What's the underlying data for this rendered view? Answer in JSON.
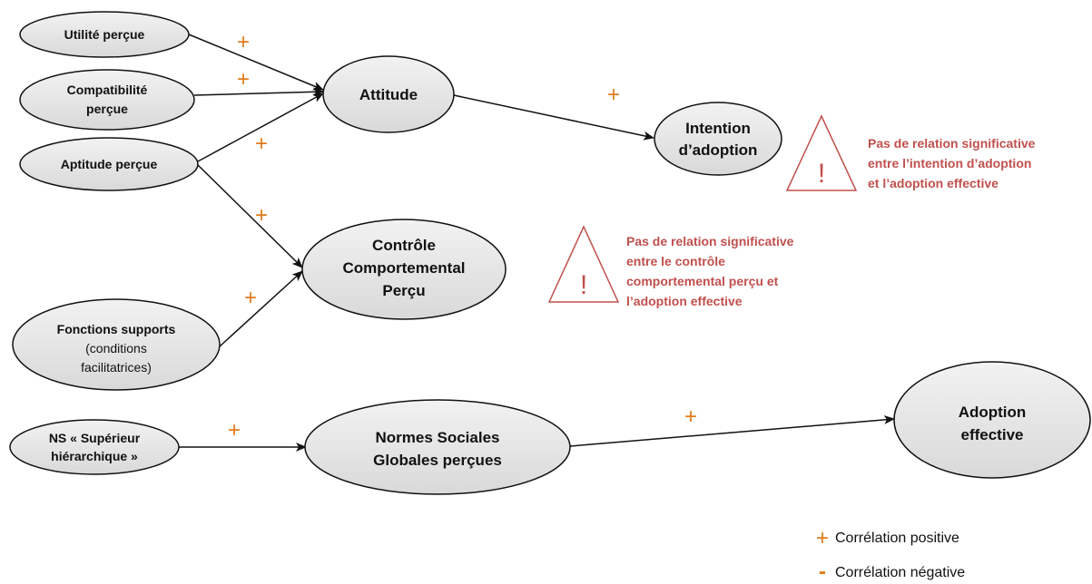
{
  "nodes": {
    "utilite": {
      "lines": [
        "Utilité perçue"
      ]
    },
    "compatibilite": {
      "lines": [
        "Compatibilité",
        "perçue"
      ]
    },
    "aptitude": {
      "lines": [
        "Aptitude perçue"
      ]
    },
    "fonctions": {
      "lines_bold": [
        "Fonctions supports"
      ],
      "lines_plain": [
        "(conditions",
        "facilitatrices)"
      ]
    },
    "ns_superieur": {
      "lines": [
        "NS « Supérieur",
        "hiérarchique »"
      ]
    },
    "attitude": {
      "lines": [
        "Attitude"
      ]
    },
    "intention": {
      "lines": [
        "Intention",
        "d’adoption"
      ]
    },
    "controle": {
      "lines": [
        "Contrôle",
        "Comportemental",
        "Perçu"
      ]
    },
    "normes": {
      "lines": [
        "Normes Sociales",
        "Globales perçues"
      ]
    },
    "adoption": {
      "lines": [
        "Adoption",
        "effective"
      ]
    }
  },
  "edges": [
    {
      "from": "utilite",
      "to": "attitude",
      "sign": "+"
    },
    {
      "from": "compatibilite",
      "to": "attitude",
      "sign": "+"
    },
    {
      "from": "aptitude",
      "to": "attitude",
      "sign": "+"
    },
    {
      "from": "aptitude",
      "to": "controle",
      "sign": "+"
    },
    {
      "from": "fonctions",
      "to": "controle",
      "sign": "+"
    },
    {
      "from": "attitude",
      "to": "intention",
      "sign": "+"
    },
    {
      "from": "ns_superieur",
      "to": "normes",
      "sign": "+"
    },
    {
      "from": "normes",
      "to": "adoption",
      "sign": "+"
    }
  ],
  "warnings": {
    "intention": {
      "icon": "warning-triangle-icon",
      "lines": [
        "Pas de relation significative",
        "entre l’intention d’adoption",
        "et l’adoption effective"
      ]
    },
    "controle": {
      "icon": "warning-triangle-icon",
      "lines": [
        "Pas de relation significative",
        "entre le contrôle",
        "comportemental perçu et",
        "l’adoption effective"
      ]
    }
  },
  "legend": {
    "positive": {
      "symbol": "+",
      "label": "Corrélation positive"
    },
    "negative": {
      "symbol": "-",
      "label": "Corrélation négative"
    }
  },
  "colors": {
    "ellipse_fill": "#e6e6e6",
    "stroke": "#111111",
    "positive": "#e07b1a",
    "warning": "#c0504d"
  }
}
